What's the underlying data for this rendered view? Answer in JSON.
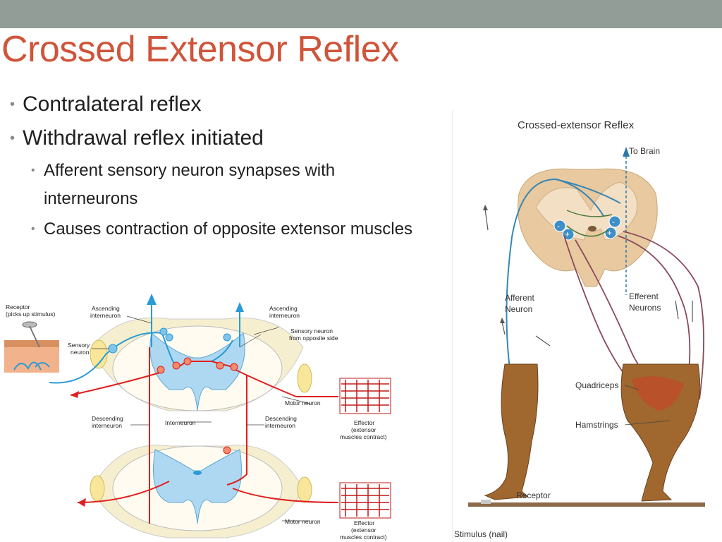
{
  "slide": {
    "title": "Crossed Extensor Reflex",
    "bullets": [
      "Contralateral reflex",
      "Withdrawal reflex initiated"
    ],
    "sub_bullets": [
      "Afferent sensory neuron synapses with interneurons",
      "Causes contraction of opposite extensor muscles"
    ]
  },
  "left_diagram": {
    "receptor_l1": "Receptor",
    "receptor_l2": "(picks up stimulus)",
    "sensory_neuron_l1": "Sensory",
    "sensory_neuron_l2": "neuron",
    "ascending_left_l1": "Ascending",
    "ascending_left_l2": "interneuron",
    "ascending_right_l1": "Ascending",
    "ascending_right_l2": "interneuron",
    "sensory_opposite_l1": "Sensory neuron",
    "sensory_opposite_l2": "from opposite side",
    "motor_neuron_top": "Motor neuron",
    "descending_left_l1": "Descending",
    "descending_left_l2": "interneuron",
    "interneuron": "Interneuron",
    "descending_right_l1": "Descending",
    "descending_right_l2": "interneuron",
    "effector_top_l1": "Effector",
    "effector_top_l2": "(extensor",
    "effector_top_l3": "muscles contract)",
    "motor_neuron_bottom": "Motor neuron",
    "effector_bottom_l1": "Effector",
    "effector_bottom_l2": "(extensor",
    "effector_bottom_l3": "muscles contract)"
  },
  "right_figure": {
    "title": "Crossed-extensor Reflex",
    "to_brain": "To Brain",
    "afferent_l1": "Afferent",
    "afferent_l2": "Neuron",
    "efferent_l1": "Efferent",
    "efferent_l2": "Neurons",
    "quadriceps": "Quadriceps",
    "hamstrings": "Hamstrings",
    "receptor": "Receptor",
    "stimulus": "Stimulus (nail)",
    "minus": "-",
    "plus": "+"
  },
  "colors": {
    "title": "#cf543a",
    "band": "#919d96",
    "nerve_blue": "#2a9bd6",
    "nerve_red": "#e02020",
    "cord_tan": "#e8c9a0",
    "skin": "#a0672f"
  }
}
